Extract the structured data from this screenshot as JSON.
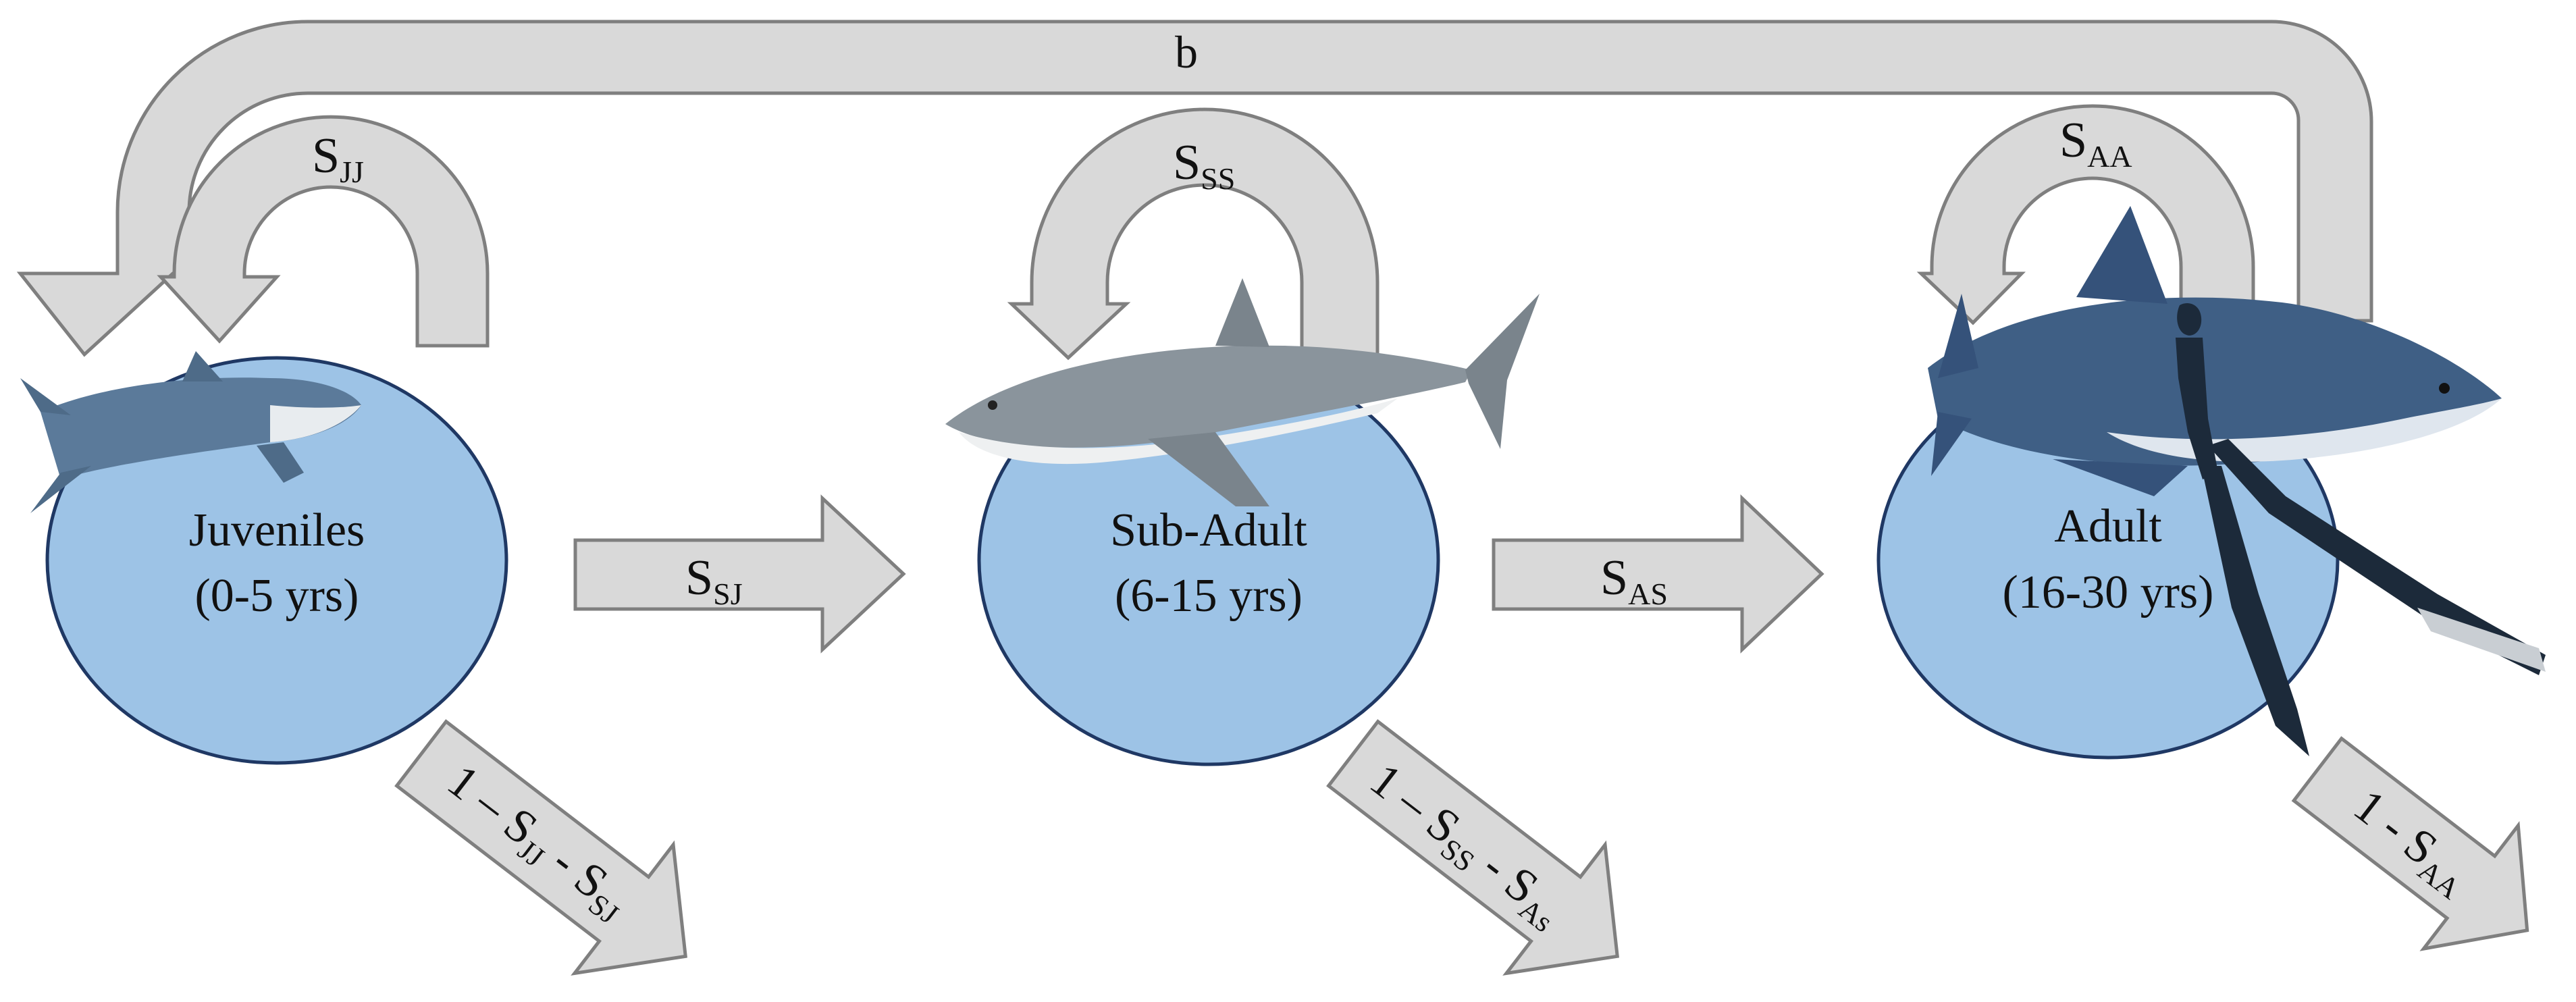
{
  "colors": {
    "arrow_fill": "#d9d9d9",
    "arrow_stroke": "#7f7f7f",
    "node_fill": "#9dc3e6",
    "node_stroke": "#1f3864",
    "shark_body": "#5b7a9a",
    "shark_belly": "#e8ecef",
    "diver": "#1c2a3a"
  },
  "nodes": {
    "juveniles": {
      "name": "Juveniles",
      "range": "(0-5 yrs)"
    },
    "subadult": {
      "name": "Sub-Adult",
      "range": "(6-15 yrs)"
    },
    "adult": {
      "name": "Adult",
      "range": "(16-30 yrs)"
    }
  },
  "transitions": {
    "b": {
      "main": "b"
    },
    "s_jj": {
      "main": "S",
      "sub": "JJ"
    },
    "s_ss": {
      "main": "S",
      "sub": "SS"
    },
    "s_aa": {
      "main": "S",
      "sub": "AA"
    },
    "s_sj": {
      "main": "S",
      "sub": "SJ"
    },
    "s_as": {
      "main": "S",
      "sub": "AS"
    }
  },
  "mortality": {
    "juveniles": {
      "p1": "1 – S",
      "s1": "JJ",
      "p2": " - S",
      "s2": "SJ"
    },
    "subadult": {
      "p1": "1 – S",
      "s1": "SS",
      "p2": " - S",
      "s2": "As"
    },
    "adult": {
      "p1": "1 - S",
      "s1": "AA"
    }
  }
}
